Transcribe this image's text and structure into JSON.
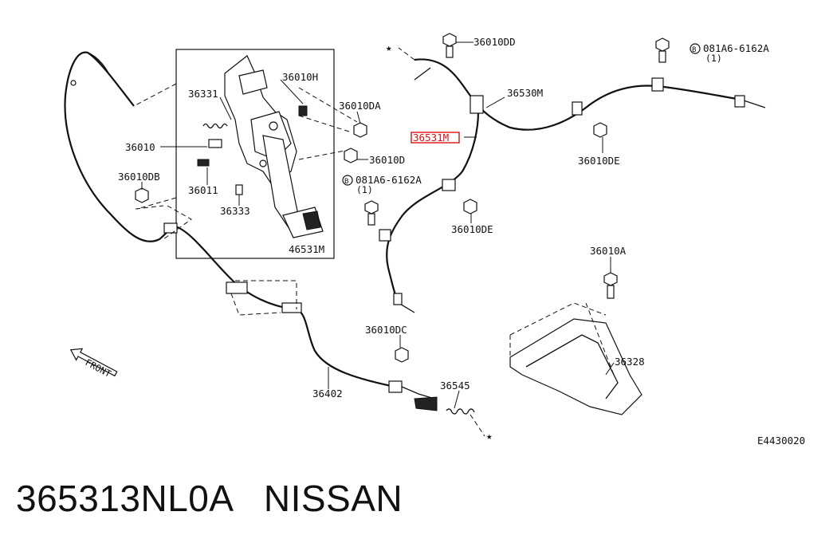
{
  "diagram": {
    "labels": {
      "l36010DD": "36010DD",
      "l081A6_top": "081A6-6162A",
      "l081A6_top_qty": "(1)",
      "l36531M_top": "36531M",
      "l36530M": "36530M",
      "l36010DE_a": "36010DE",
      "l081A6_mid": "081A6-6162A",
      "l081A6_mid_qty": "(1)",
      "l36010DE_b": "36010DE",
      "l36010H": "36010H",
      "l36331": "36331",
      "l36010DA": "36010DA",
      "l36010": "36010",
      "l36010D": "36010D",
      "l36010DB": "36010DB",
      "l36011": "36011",
      "l36333": "36333",
      "l46531M": "46531M",
      "l36010A": "36010A",
      "l36328": "36328",
      "l36010DC": "36010DC",
      "l36402": "36402",
      "l36545": "36545",
      "front": "FRONT",
      "code": "E4430020",
      "bolt_symbol": "B"
    },
    "highlight_part": "36531M",
    "highlight_color": "#dd1111"
  },
  "caption": {
    "part_number": "365313NL0A",
    "brand": "NISSAN"
  }
}
